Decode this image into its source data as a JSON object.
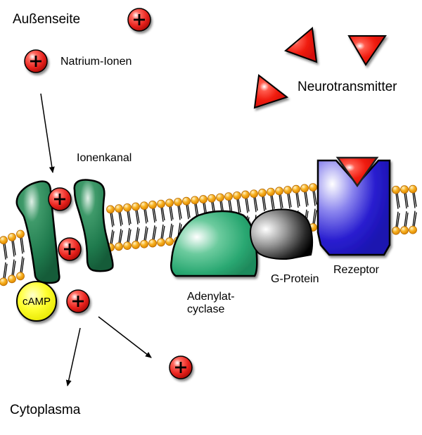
{
  "labels": {
    "outside": "Außenseite",
    "sodium_ions": "Natrium-Ionen",
    "neurotransmitter": "Neurotransmitter",
    "ion_channel": "Ionenkanal",
    "adenylate_cyclase": "Adenylat-\ncyclase",
    "g_protein": "G-Protein",
    "receptor": "Rezeptor",
    "cytoplasm": "Cytoplasma",
    "camp": "cAMP"
  },
  "symbols": {
    "ion_charge": "+"
  },
  "colors": {
    "ion": "#e8231e",
    "neurotransmitter": "#f01c10",
    "ion_channel": "#1f7a4d",
    "adenylate_cyclase": "#2aa872",
    "g_protein": "#444444",
    "receptor": "#2a1fd0",
    "camp": "#ffff33",
    "lipid_head": "#f5a516"
  }
}
